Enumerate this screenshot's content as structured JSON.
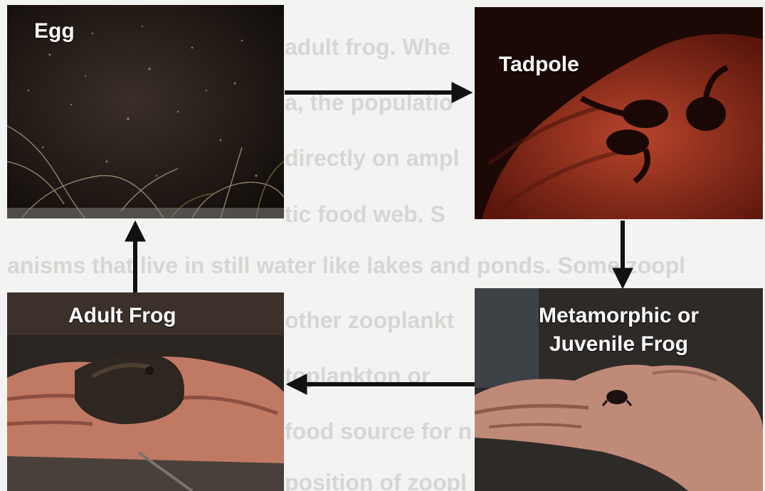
{
  "diagram": {
    "stages": {
      "egg": "Egg",
      "tadpole": "Tadpole",
      "juvenile_line1": "Metamorphic or",
      "juvenile_line2": "Juvenile Frog",
      "adult": "Adult Frog"
    }
  },
  "background_text": {
    "line1": "adult frog.  Whe",
    "line2": "a, the populatio",
    "line3": "directly on ampl",
    "line4": "tic food web.  S",
    "line5": "anisms that live in still water like lakes and ponds.  Some zoopl",
    "line6": "other zooplankt",
    "line7": "toplankton or",
    "line8": "food source for n",
    "line9": "position of zoopl"
  }
}
